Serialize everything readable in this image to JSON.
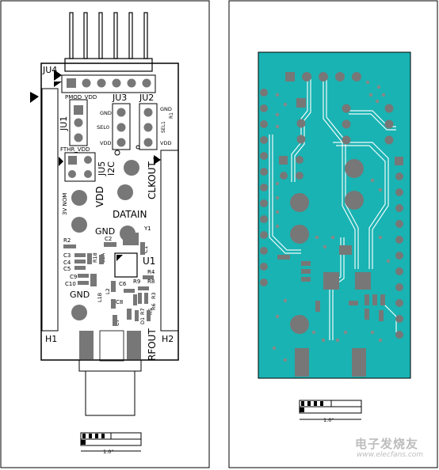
{
  "silkscreen": {
    "jumper_top": "JU4",
    "jumper1": "JU1",
    "jumper2": "JU2",
    "jumper3": "JU3",
    "jumper5": "JU5",
    "pmod_vdd": "PMOD_VDD",
    "fthr_vdd": "FTHR_VDD",
    "gnd": "GND",
    "sel0": "SEL0",
    "vdd": "VDD",
    "sel1": "SEL1",
    "r1": "R1",
    "i2c": "I2C",
    "clkout": "CLKOUT",
    "vdd_big": "VDD",
    "nom_3v": "3V NOM",
    "datain": "DATAIN",
    "gnd_mid": "GND",
    "y1": "Y1",
    "c2": "C2",
    "c1": "C1",
    "r2": "R2",
    "c3": "C3",
    "c4": "C4",
    "c5": "C5",
    "c9": "C9",
    "c10": "C10",
    "r18": "R18",
    "l1a": "L1A",
    "u1": "U1",
    "r4": "R4",
    "c6": "C6",
    "r9": "R9",
    "r8": "R8",
    "r3": "R3",
    "r6": "R6",
    "l1b": "L1B",
    "l2": "L2",
    "c8": "C8",
    "r7": "R7",
    "r5": "R5",
    "d1": "D1",
    "c7": "C7",
    "gnd_low": "GND",
    "h1": "H1",
    "h2": "H2",
    "rfout": "RFOUT"
  },
  "scale": {
    "left_label": "1.0\"",
    "right_label": "1.0\""
  },
  "watermark": {
    "cn": "电子发烧友",
    "en": "www.elecfans.com"
  },
  "colors": {
    "copper": "#19b3b3",
    "pad": "#777777",
    "outline": "#000000"
  }
}
